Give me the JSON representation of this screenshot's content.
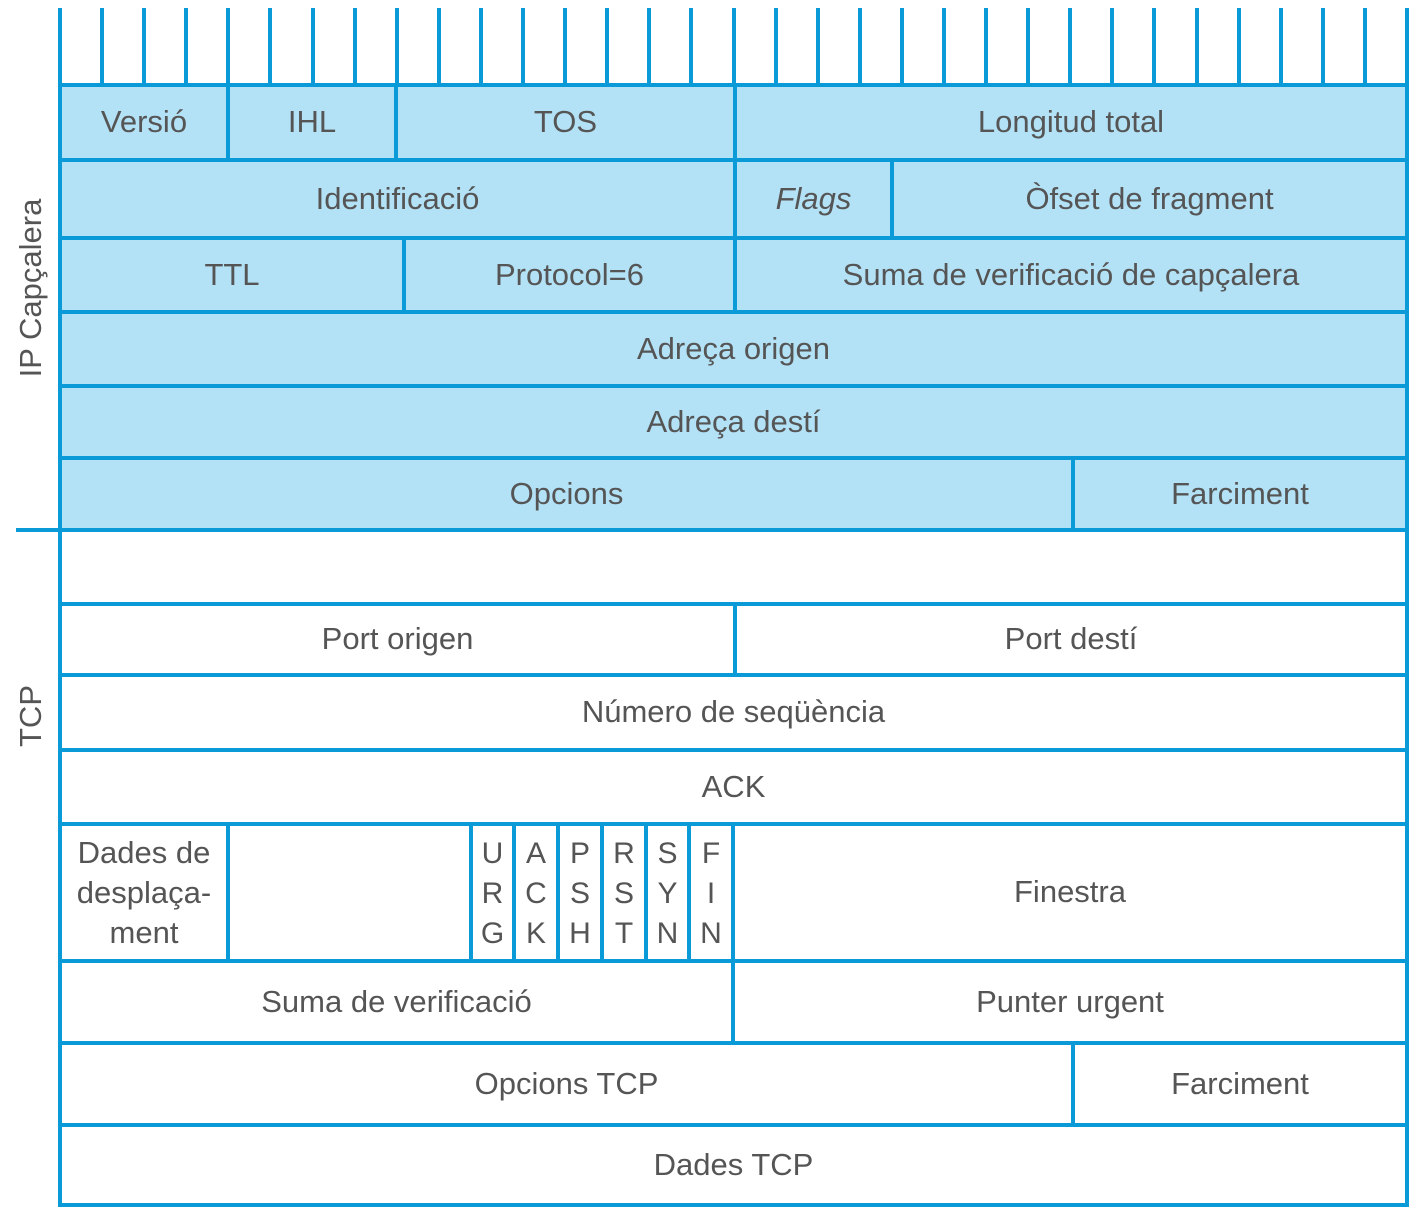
{
  "side_labels": {
    "ip": "IP Capçalera",
    "tcp": "TCP"
  },
  "ip_header": {
    "version": "Versió",
    "ihl": "IHL",
    "tos": "TOS",
    "total_length": "Longitud total",
    "identification": "Identificació",
    "flags": "Flags",
    "fragment_offset": "Òfset de fragment",
    "ttl": "TTL",
    "protocol": "Protocol=6",
    "header_checksum": "Suma de verificació de capçalera",
    "source_address": "Adreça origen",
    "destination_address": "Adreça destí",
    "options": "Opcions",
    "padding": "Farciment"
  },
  "tcp_header": {
    "source_port": "Port origen",
    "destination_port": "Port destí",
    "sequence_number": "Número de seqüència",
    "ack": "ACK",
    "data_offset": [
      "Dades de",
      "desplaça-",
      "ment"
    ],
    "flags": [
      [
        "U",
        "R",
        "G"
      ],
      [
        "A",
        "C",
        "K"
      ],
      [
        "P",
        "S",
        "H"
      ],
      [
        "R",
        "S",
        "T"
      ],
      [
        "S",
        "Y",
        "N"
      ],
      [
        "F",
        "I",
        "N"
      ]
    ],
    "window": "Finestra",
    "checksum": "Suma de verificació",
    "urgent_pointer": "Punter urgent",
    "options": "Opcions TCP",
    "padding": "Farciment",
    "data": "Dades TCP"
  },
  "colors": {
    "line": "#0a9ad7",
    "ip_fill": "#b3e1f5",
    "text": "#555555"
  }
}
